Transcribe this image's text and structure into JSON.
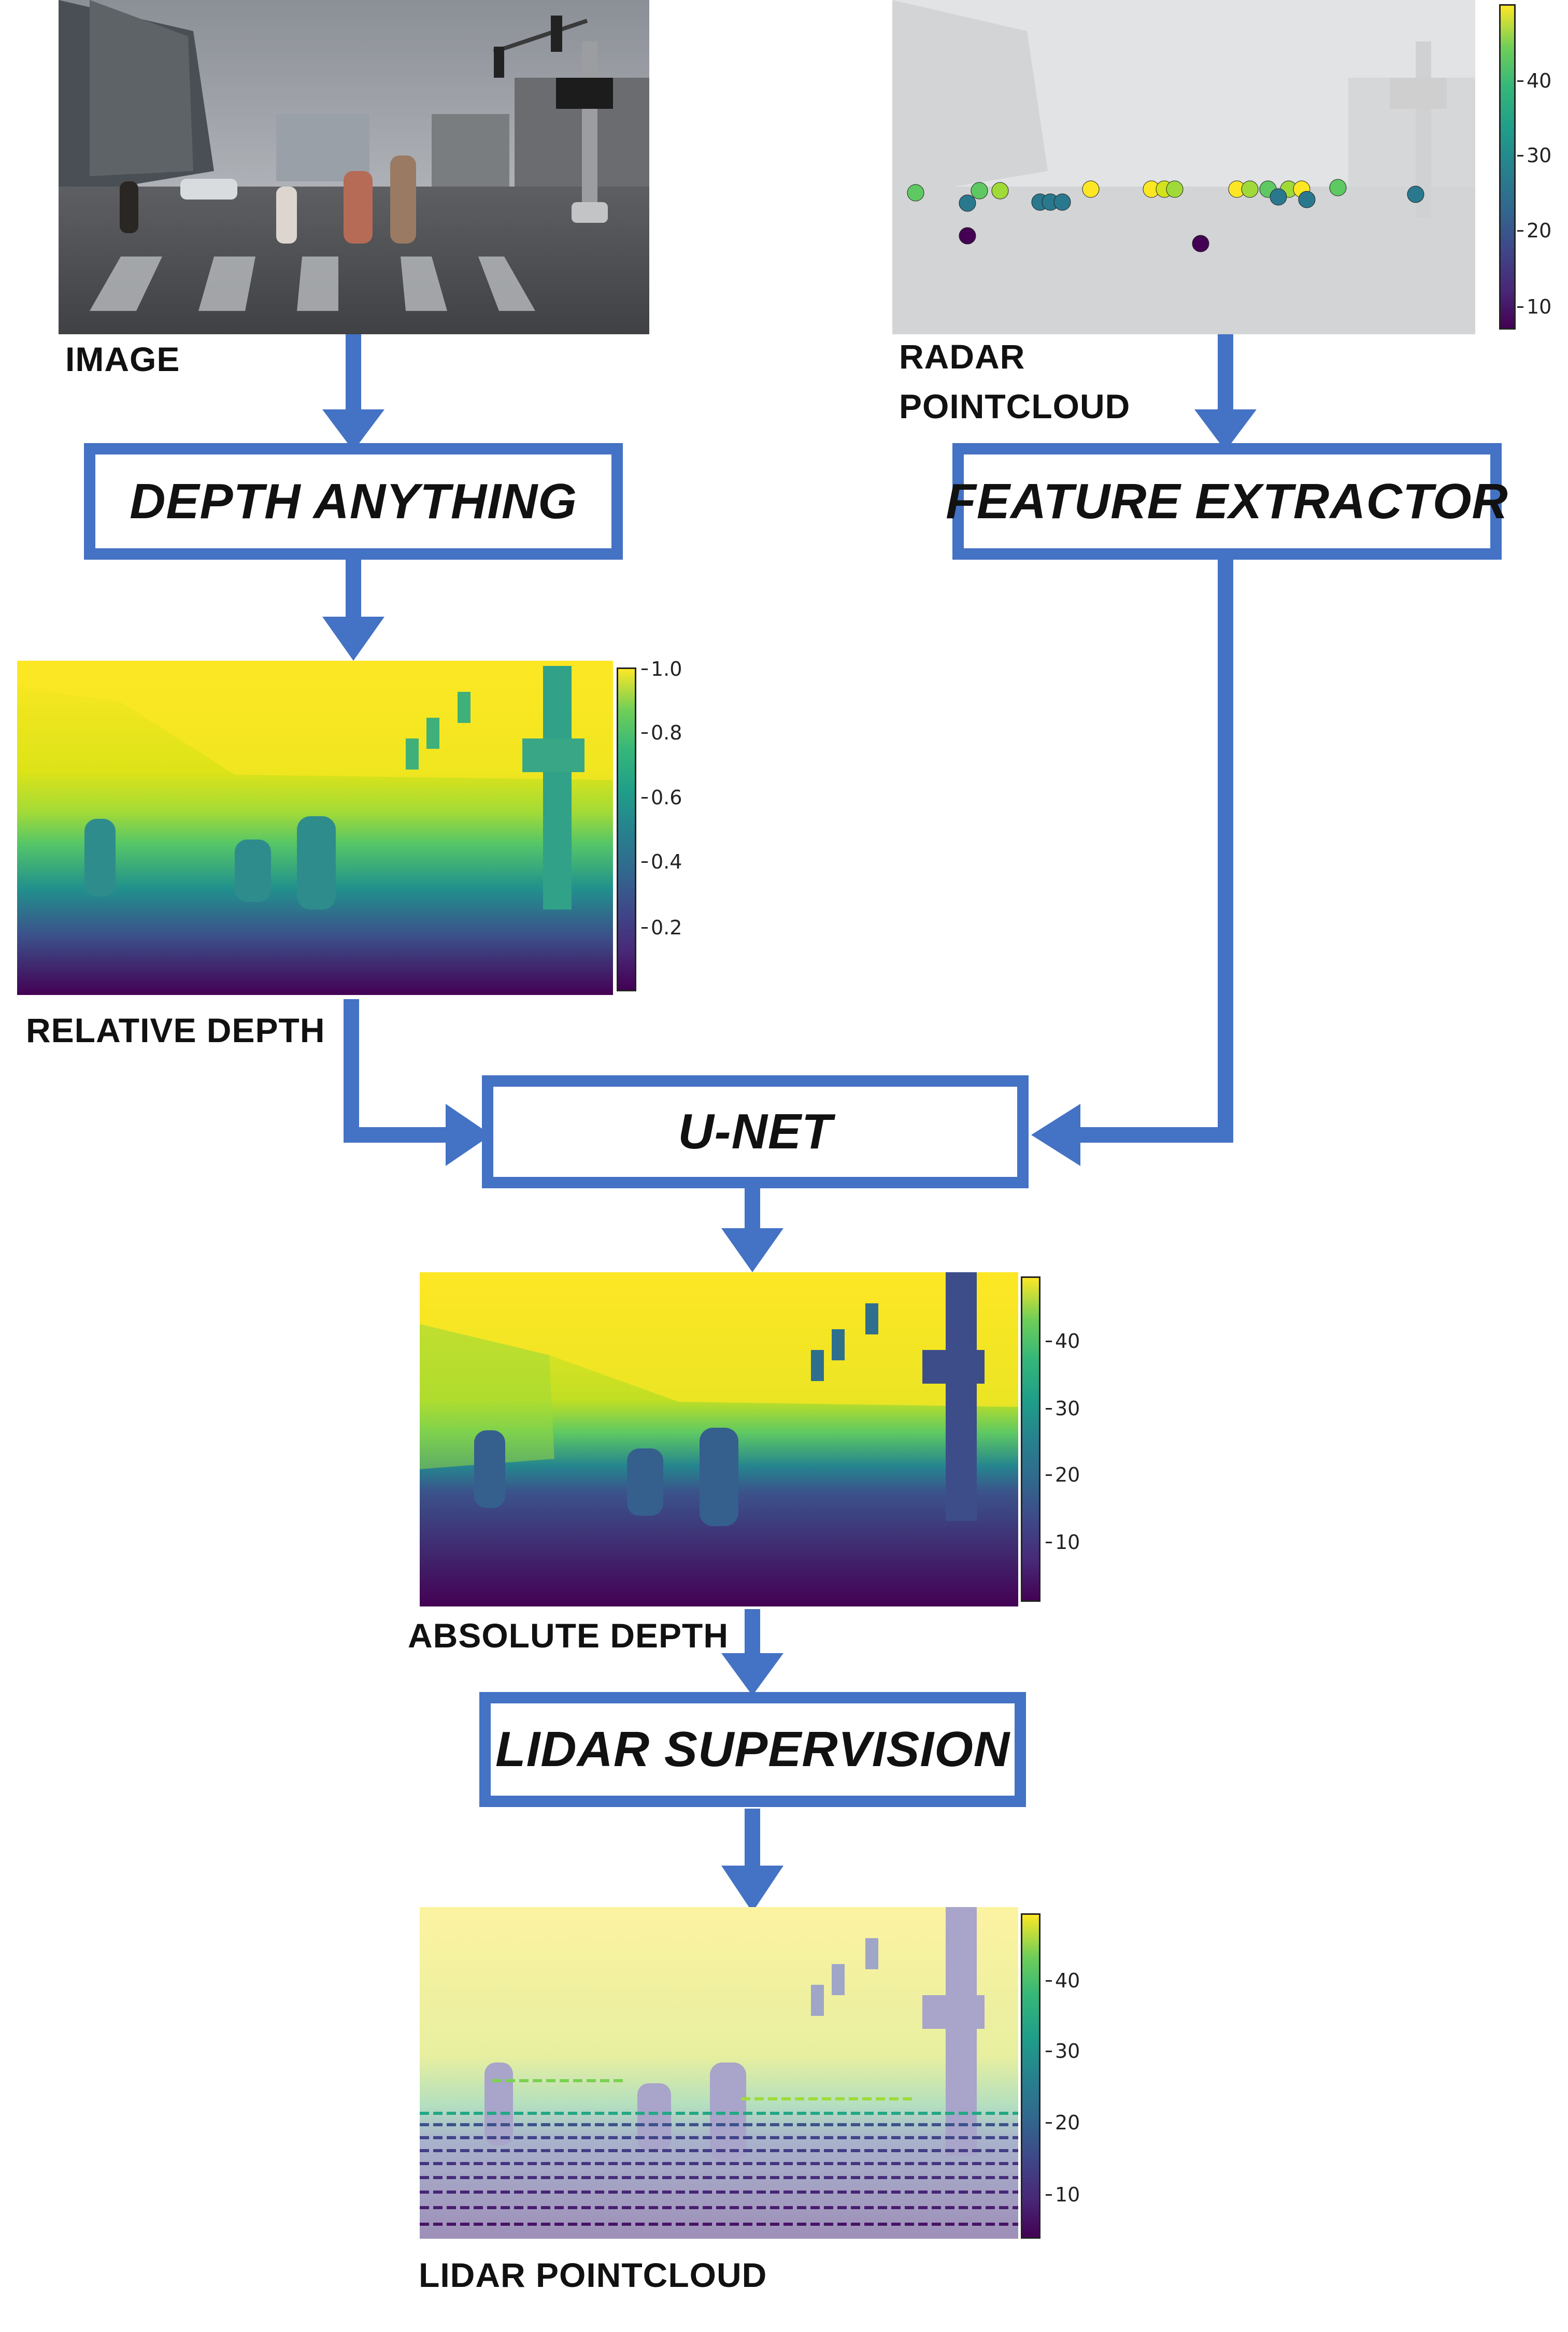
{
  "labels": {
    "image": "IMAGE",
    "radar": "RADAR\nPOINTCLOUD",
    "relative_depth": "RELATIVE DEPTH",
    "absolute_depth": "ABSOLUTE DEPTH",
    "lidar_pointcloud": "LIDAR POINTCLOUD"
  },
  "boxes": {
    "depth_anything": "DEPTH ANYTHING",
    "feature_extractor": "FEATURE EXTRACTOR",
    "unet": "U-NET",
    "lidar_supervision": "LIDAR SUPERVISION"
  },
  "colorbars": {
    "radar": [
      "40",
      "30",
      "20",
      "10"
    ],
    "relative": [
      "1.0",
      "0.8",
      "0.6",
      "0.4",
      "0.2"
    ],
    "absolute": [
      "40",
      "30",
      "20",
      "10"
    ],
    "lidar": [
      "40",
      "30",
      "20",
      "10"
    ]
  },
  "colors": {
    "arrow": "#4472c4",
    "viridis_low": "#440154",
    "viridis_mid": "#21918c",
    "viridis_high": "#fde725"
  }
}
